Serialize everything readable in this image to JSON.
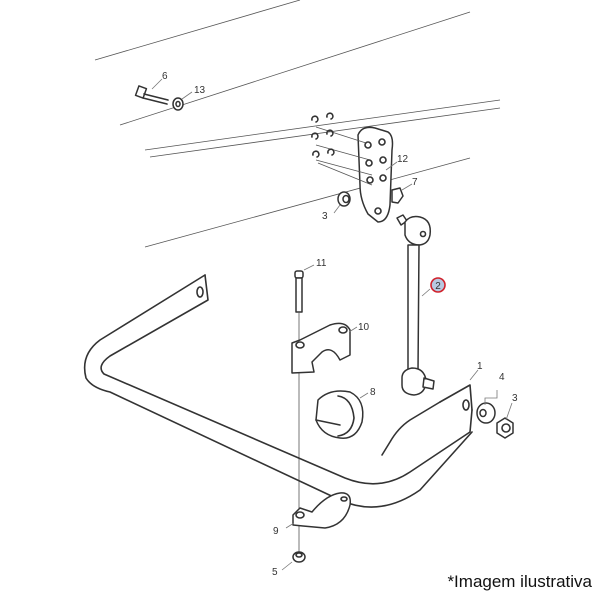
{
  "callouts": {
    "c6": "6",
    "c13": "13",
    "c12": "12",
    "c7": "7",
    "c3_upper": "3",
    "c11": "11",
    "c2": "2",
    "c10": "10",
    "c8": "8",
    "c1": "1",
    "c4": "4",
    "c3_lower": "3",
    "c9": "9",
    "c5": "5"
  },
  "highlight": {
    "callout": "2",
    "ring_color": "#d0202a",
    "fill_color": "#b8c8e0"
  },
  "caption": "*Imagem ilustrativa"
}
